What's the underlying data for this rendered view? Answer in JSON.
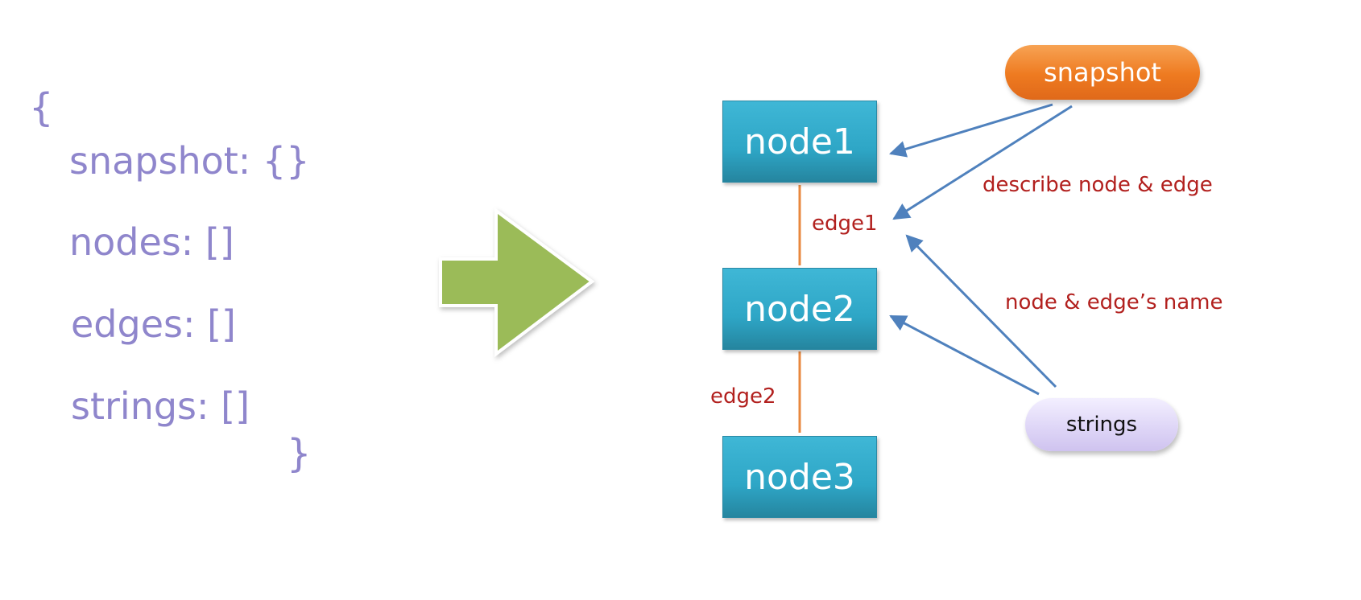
{
  "code": {
    "open_brace": "{",
    "line1": "snapshot: {}",
    "line2": "nodes: []",
    "line3": "edges: []",
    "line4": "strings: []",
    "close_brace": "}"
  },
  "diagram": {
    "nodes": [
      "node1",
      "node2",
      "node3"
    ],
    "edges": [
      "edge1",
      "edge2"
    ],
    "snapshot_label": "snapshot",
    "strings_label": "strings",
    "snapshot_annotation": "describe node & edge",
    "strings_annotation": "node & edge’s name"
  },
  "colors": {
    "code_text": "#8f86cc",
    "node_fill": "#2ea6c6",
    "arrow_fill": "#9bbb59",
    "edge_line": "#e8883f",
    "pointer_arrow": "#4f81bd",
    "annotation_text": "#b2201e",
    "snapshot_fill": "#ee7a20",
    "strings_fill": "#ddd4f6"
  }
}
